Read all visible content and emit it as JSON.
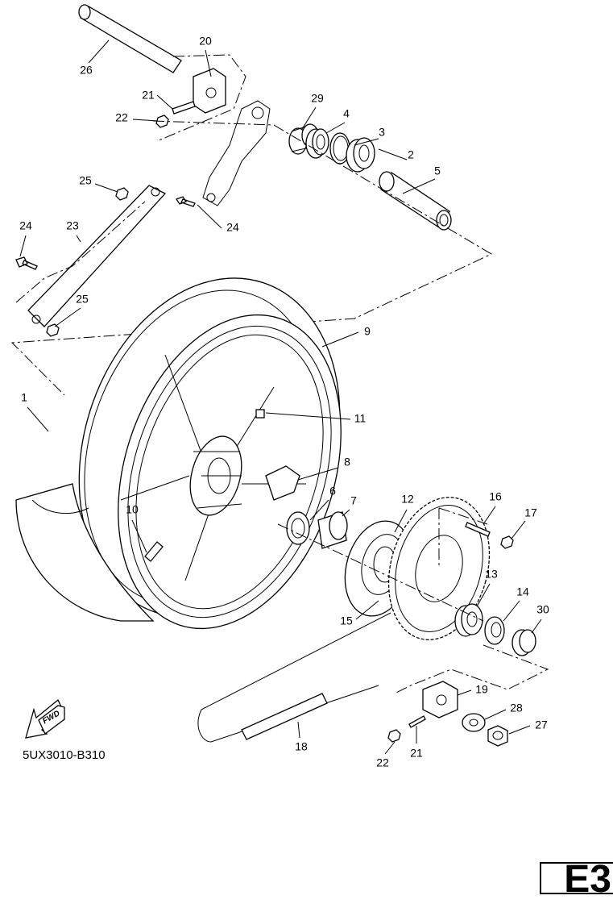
{
  "diagram": {
    "part_labels": [
      "26",
      "20",
      "21",
      "22",
      "29",
      "4",
      "3",
      "2",
      "5",
      "25",
      "24",
      "23",
      "24",
      "25",
      "9",
      "1",
      "11",
      "8",
      "6",
      "7",
      "12",
      "16",
      "17",
      "10",
      "13",
      "14",
      "30",
      "15",
      "19",
      "28",
      "27",
      "18",
      "22",
      "21"
    ],
    "fwd_label": "FWD",
    "drawing_code": "5UX3010-B310",
    "page_ref": "E3"
  }
}
